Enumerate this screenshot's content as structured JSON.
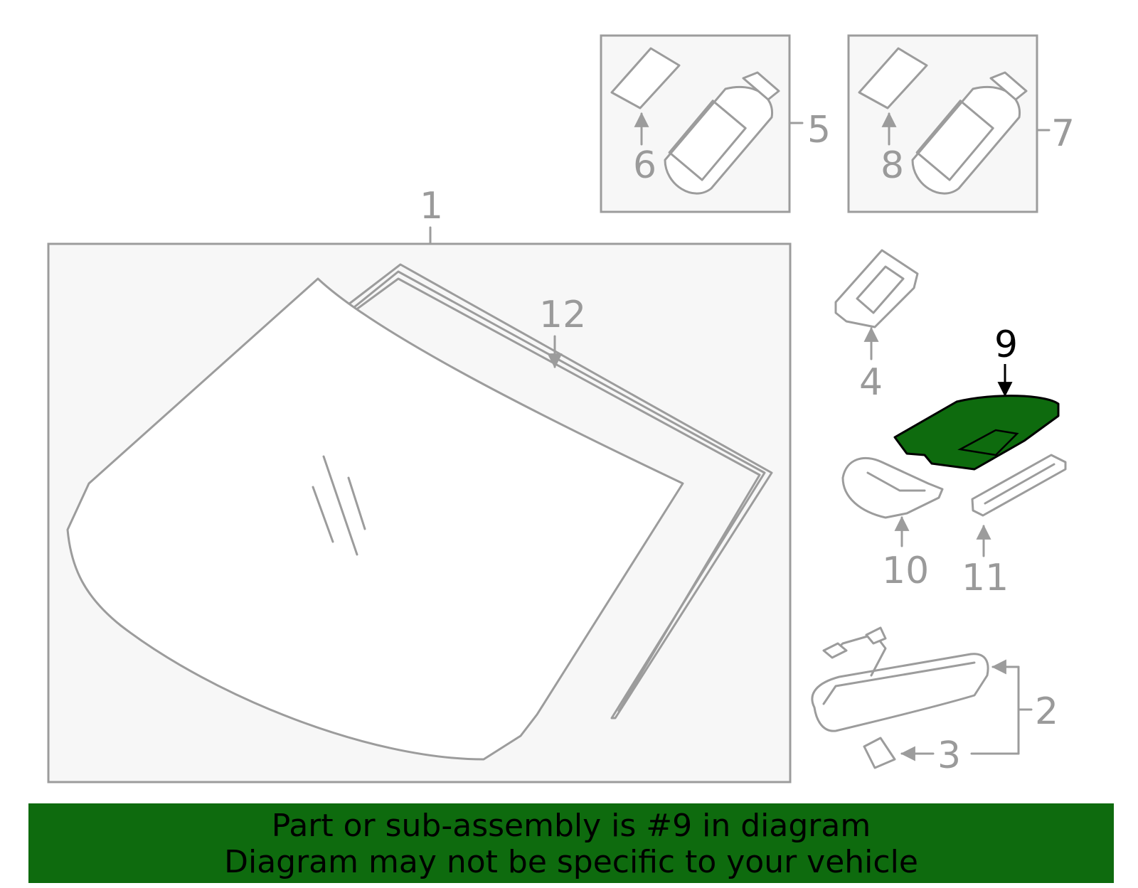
{
  "diagram": {
    "highlight_color": "#0e6b0e",
    "line_color": "#9c9c9c",
    "highlighted_part": "9",
    "callouts": {
      "c1": "1",
      "c2": "2",
      "c3": "3",
      "c4": "4",
      "c5": "5",
      "c6": "6",
      "c7": "7",
      "c8": "8",
      "c9": "9",
      "c10": "10",
      "c11": "11",
      "c12": "12"
    }
  },
  "banner": {
    "line1": "Part or sub-assembly is #9 in diagram",
    "line2": "Diagram may not be specific to your vehicle"
  }
}
